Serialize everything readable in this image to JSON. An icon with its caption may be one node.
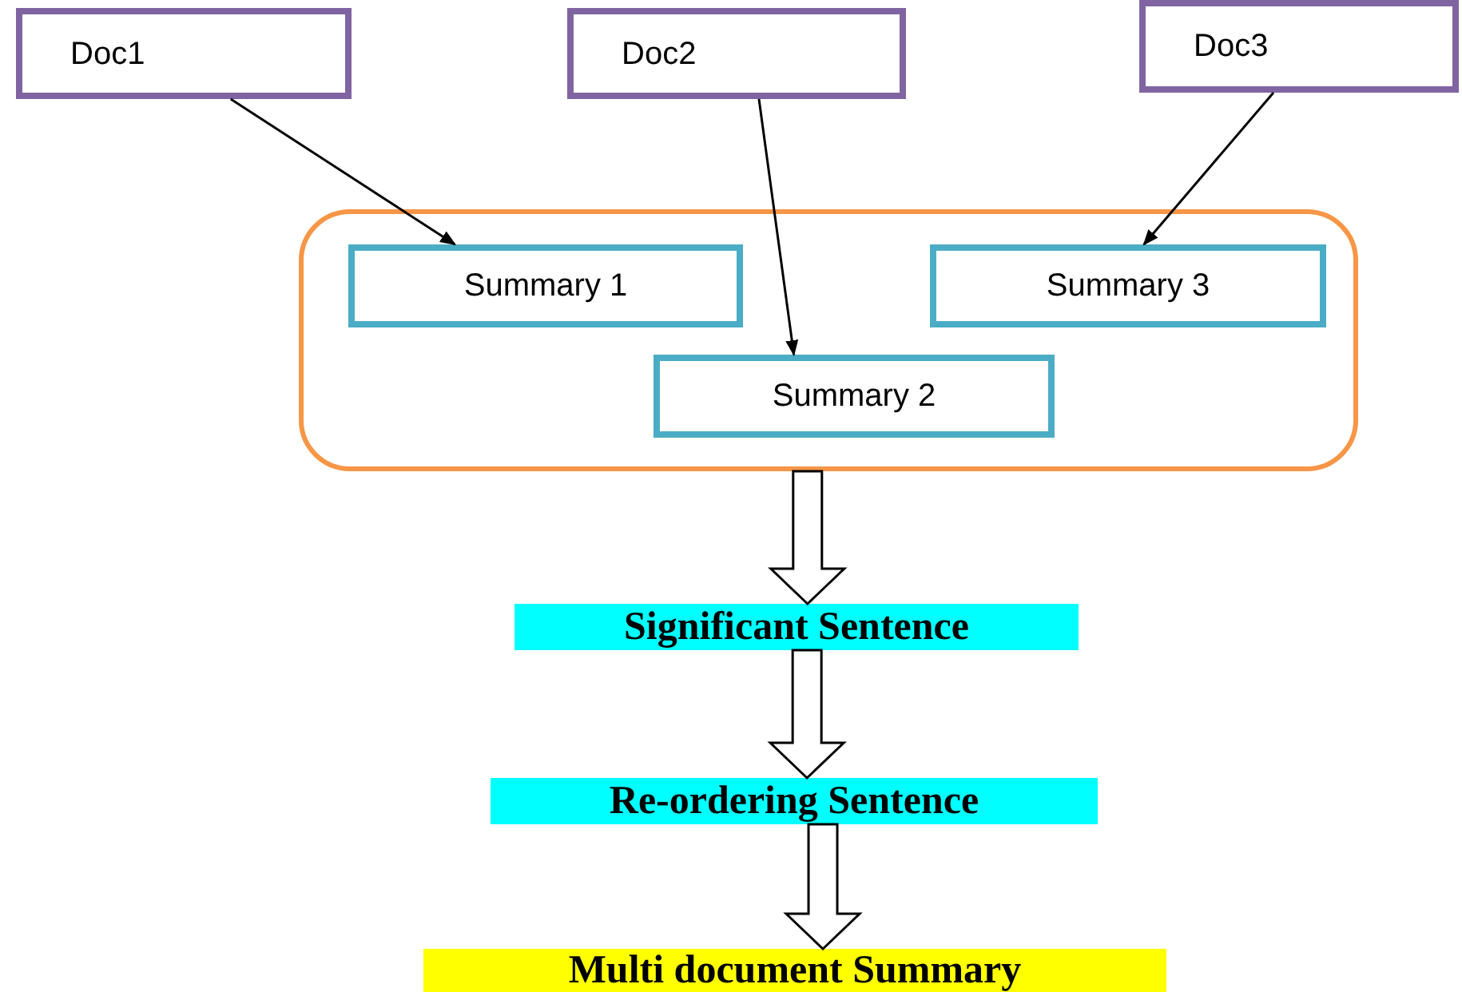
{
  "diagram": {
    "nodes": [
      {
        "text": [
          "Doc1"
        ]
      },
      {
        "text": [
          "Doc2"
        ]
      },
      {
        "text": [
          "Doc3"
        ]
      },
      {
        "text": [],
        "shape": "box"
      },
      {
        "text": [
          "Summary 1"
        ],
        "in": 3
      },
      {
        "text": [
          "Summary 3"
        ],
        "in": 3
      },
      {
        "text": [
          "Summary 2"
        ],
        "in": 3
      },
      {
        "text": [
          "Significant Sentence"
        ]
      },
      {
        "text": [
          "Re-ordering Sentence"
        ]
      },
      {
        "text": [
          "Multi document Summary"
        ]
      }
    ],
    "edges": [
      {
        "from": 0,
        "to": 4,
        "arrow": "to"
      },
      {
        "from": 1,
        "to": 6,
        "arrow": "to"
      },
      {
        "from": 2,
        "to": 5,
        "arrow": "to"
      },
      {
        "from": 3,
        "to": 7,
        "arrow": "to",
        "style": "thick"
      },
      {
        "from": 7,
        "to": 8,
        "arrow": "to",
        "style": "thick"
      },
      {
        "from": 8,
        "to": 9,
        "arrow": "to",
        "style": "thick"
      }
    ]
  }
}
